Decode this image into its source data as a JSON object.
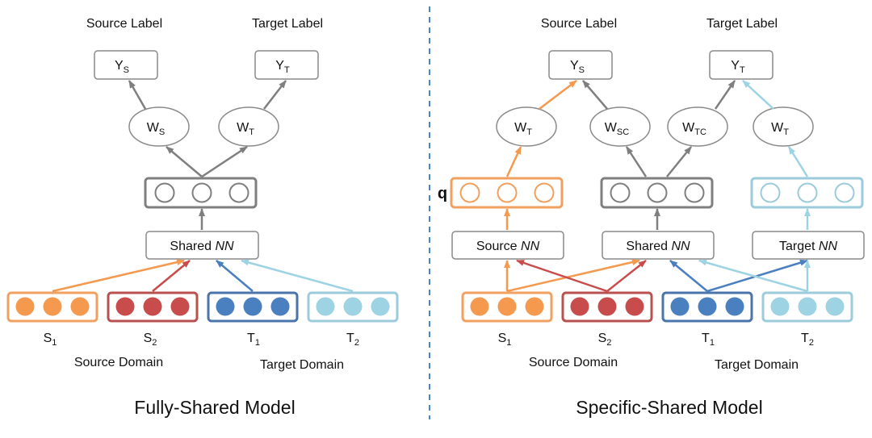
{
  "colors": {
    "source1": "#f5994e",
    "source1_border": "#f0a060",
    "source2": "#c84c4c",
    "source2_border": "#b85050",
    "target1": "#4a7fc0",
    "target1_border": "#4a74aa",
    "target2": "#9dd3e3",
    "target2_border": "#9ccbdb",
    "gray": "#7f7f7f",
    "divider": "#4a86c5"
  },
  "left": {
    "caption": "Fully-Shared Model",
    "source_label": "Source Label",
    "target_label": "Target Label",
    "ys": {
      "main": "Y",
      "sub": "S"
    },
    "yt": {
      "main": "Y",
      "sub": "T"
    },
    "ws": {
      "main": "W",
      "sub": "S"
    },
    "wt": {
      "main": "W",
      "sub": "T"
    },
    "shared_nn": {
      "text": "Shared ",
      "italic": "NN"
    },
    "inputs": [
      {
        "main": "S",
        "sub": "1"
      },
      {
        "main": "S",
        "sub": "2"
      },
      {
        "main": "T",
        "sub": "1"
      },
      {
        "main": "T",
        "sub": "2"
      }
    ],
    "source_domain": "Source Domain",
    "target_domain": "Target Domain"
  },
  "right": {
    "caption": "Specific-Shared Model",
    "source_label": "Source Label",
    "target_label": "Target Label",
    "ys": {
      "main": "Y",
      "sub": "S"
    },
    "yt": {
      "main": "Y",
      "sub": "T"
    },
    "w1": {
      "main": "W",
      "sub": "T"
    },
    "w2": {
      "main": "W",
      "sub": "SC"
    },
    "w3": {
      "main": "W",
      "sub": "TC"
    },
    "w4": {
      "main": "W",
      "sub": "T"
    },
    "q": "q",
    "source_nn": {
      "text": "Source ",
      "italic": "NN"
    },
    "shared_nn": {
      "text": "Shared ",
      "italic": "NN"
    },
    "target_nn": {
      "text": "Target ",
      "italic": "NN"
    },
    "inputs": [
      {
        "main": "S",
        "sub": "1"
      },
      {
        "main": "S",
        "sub": "2"
      },
      {
        "main": "T",
        "sub": "1"
      },
      {
        "main": "T",
        "sub": "2"
      }
    ],
    "source_domain": "Source Domain",
    "target_domain": "Target Domain"
  }
}
